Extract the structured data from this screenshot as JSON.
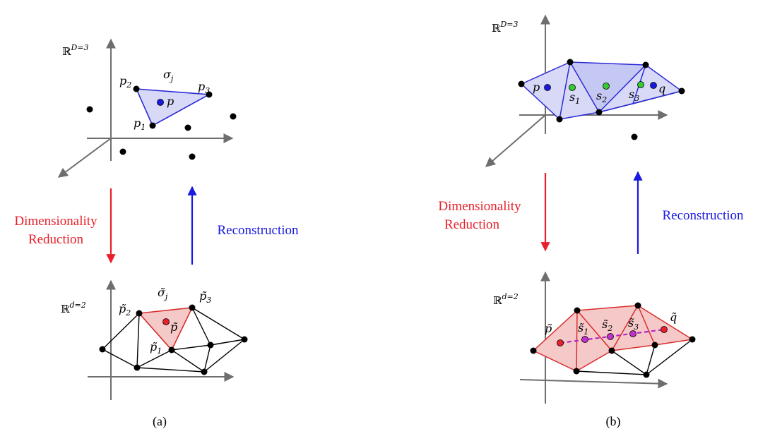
{
  "colors": {
    "reduction": "#e8202a",
    "reconstruction": "#1a1adf",
    "axis": "#6e6e6e",
    "blue_fill": "#d7d9f7",
    "blue_stroke": "#2b2bd6",
    "red_fill": "#f6c9c9",
    "red_stroke": "#d92d2d",
    "green_point": "#33cc33",
    "magenta_point": "#c033c8",
    "red_point": "#e8202a",
    "blue_point": "#1a1adf"
  },
  "panel_a": {
    "space_high": "ℝ",
    "space_high_sup": "D=3",
    "space_low": "ℝ",
    "space_low_sup": "d=2",
    "simplex_label": "σ",
    "simplex_sub": "j",
    "simplex_tilde_label": "σ̃",
    "simplex_tilde_sub": "j",
    "p": "p",
    "p1": "p",
    "p1_sub": "1",
    "p2": "p",
    "p2_sub": "2",
    "p3": "p",
    "p3_sub": "3",
    "p_tilde": "p̃",
    "p1_tilde": "p̃",
    "p1_tilde_sub": "1",
    "p2_tilde": "p̃",
    "p2_tilde_sub": "2",
    "p3_tilde": "p̃",
    "p3_tilde_sub": "3",
    "reduction_line1": "Dimensionality",
    "reduction_line2": "Reduction",
    "reconstruction": "Reconstruction",
    "caption": "(a)"
  },
  "panel_b": {
    "space_high": "ℝ",
    "space_high_sup": "D=3",
    "space_low": "ℝ",
    "space_low_sup": "d=2",
    "p": "p",
    "q": "q",
    "s1": "s",
    "s1_sub": "1",
    "s2": "s",
    "s2_sub": "2",
    "s3": "s",
    "s3_sub": "3",
    "p_tilde": "p̃",
    "q_tilde": "q̃",
    "s1_tilde": "s̃",
    "s1_tilde_sub": "1",
    "s2_tilde": "s̃",
    "s2_tilde_sub": "2",
    "s3_tilde": "s̃",
    "s3_tilde_sub": "3",
    "reduction_line1": "Dimensionality",
    "reduction_line2": "Reduction",
    "reconstruction": "Reconstruction",
    "caption": "(b)"
  }
}
